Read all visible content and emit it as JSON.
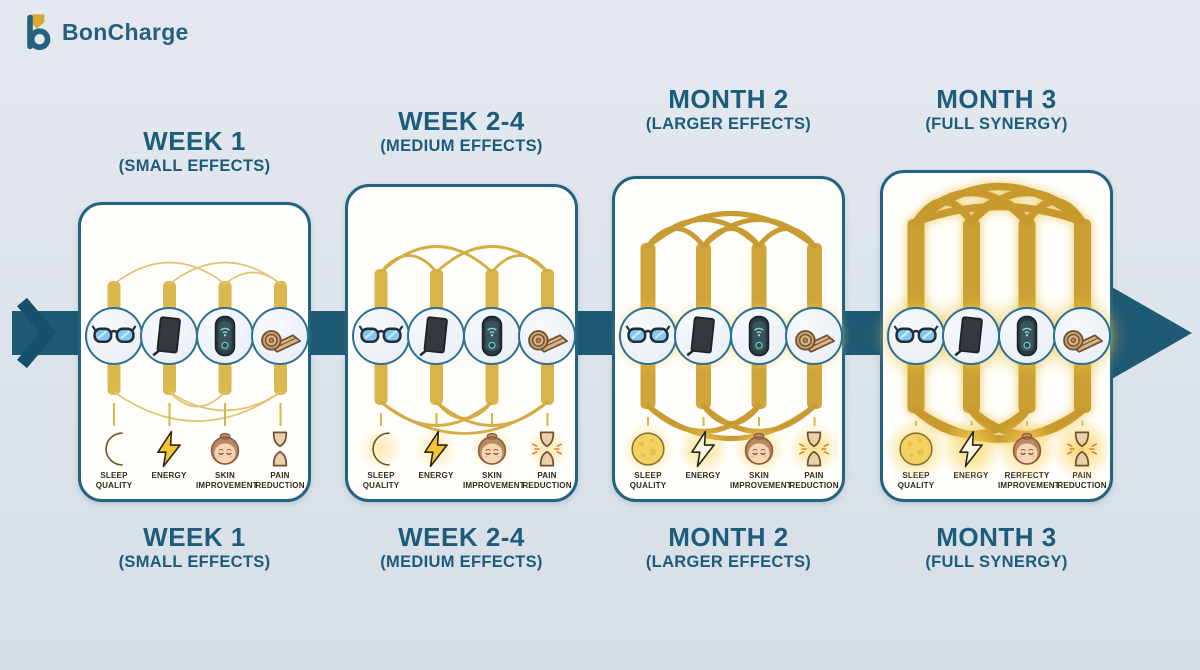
{
  "brand": {
    "name": "BonCharge"
  },
  "colors": {
    "teal_text": "#1d5c7b",
    "arrow": "#1e5a74",
    "gold": "#d2a943",
    "panel_background": "#fffefb",
    "page_background": "#dde3ea"
  },
  "products": [
    {
      "name": "blue-light-glasses"
    },
    {
      "name": "red-light-therapy-panel"
    },
    {
      "name": "wellness-device"
    },
    {
      "name": "sauna-blanket"
    }
  ],
  "stages": [
    {
      "title": "WEEK 1",
      "subtitle": "(SMALL EFFECTS)",
      "footer_title": "WEEK 1",
      "footer_subtitle": "(SMALL EFFECTS)",
      "benefits": [
        {
          "line1": "SLEEP",
          "line2": "QUALITY",
          "icon": "crescent-moon"
        },
        {
          "line1": "ENERGY",
          "line2": "",
          "icon": "lightning-bolt"
        },
        {
          "line1": "SKIN",
          "line2": "IMPROVEMENT",
          "icon": "face"
        },
        {
          "line1": "PAIN",
          "line2": "REDUCTION",
          "icon": "joint"
        }
      ]
    },
    {
      "title": "WEEK 2-4",
      "subtitle": "(MEDIUM EFFECTS)",
      "footer_title": "WEEK 2-4",
      "footer_subtitle": "(MEDIUM EFFECTS)",
      "benefits": [
        {
          "line1": "SLEEP",
          "line2": "QUALITY",
          "icon": "crescent-moon"
        },
        {
          "line1": "ENERGY",
          "line2": "",
          "icon": "lightning-bolt"
        },
        {
          "line1": "SKIN",
          "line2": "IMPROVEMENT",
          "icon": "face"
        },
        {
          "line1": "PAIN",
          "line2": "REDUCTION",
          "icon": "joint-sparks"
        }
      ]
    },
    {
      "title": "MONTH 2",
      "subtitle": "(LARGER EFFECTS)",
      "footer_title": "MONTH 2",
      "footer_subtitle": "(LARGER EFFECTS)",
      "benefits": [
        {
          "line1": "SLEEP",
          "line2": "QUALITY",
          "icon": "full-moon"
        },
        {
          "line1": "ENERGY",
          "line2": "",
          "icon": "lightning-bolt"
        },
        {
          "line1": "SKIN",
          "line2": "IMPROVEMENT",
          "icon": "face"
        },
        {
          "line1": "PAIN",
          "line2": "REDUCTION",
          "icon": "joint-sparks"
        }
      ]
    },
    {
      "title": "MONTH 3",
      "subtitle": "(FULL SYNERGY)",
      "footer_title": "MONTH 3",
      "footer_subtitle": "(FULL SYNERGY)",
      "benefits": [
        {
          "line1": "SLEEP",
          "line2": "QUALITY",
          "icon": "full-moon"
        },
        {
          "line1": "ENERGY",
          "line2": "",
          "icon": "lightning-bolt"
        },
        {
          "line1": "RERFECTY",
          "line2": "IMPROVEMENT",
          "icon": "face"
        },
        {
          "line1": "PAIN",
          "line2": "REDUCTION",
          "icon": "joint-sparks"
        }
      ]
    }
  ]
}
